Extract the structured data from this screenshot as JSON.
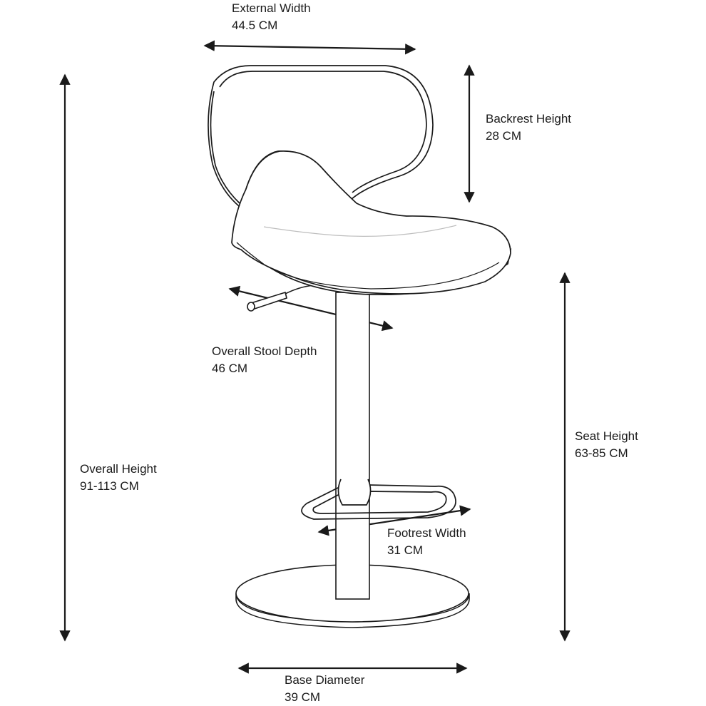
{
  "dimensions": {
    "external_width": {
      "label": "External Width",
      "value": "44.5 CM"
    },
    "backrest_height": {
      "label": "Backrest Height",
      "value": "28 CM"
    },
    "overall_stool_depth": {
      "label": "Overall Stool Depth",
      "value": "46 CM"
    },
    "overall_height": {
      "label": "Overall Height",
      "value": "91-113 CM"
    },
    "seat_height": {
      "label": "Seat Height",
      "value": "63-85 CM"
    },
    "footrest_width": {
      "label": "Footrest Width",
      "value": "31 CM"
    },
    "base_diameter": {
      "label": "Base Diameter",
      "value": "39 CM"
    }
  },
  "colors": {
    "line": "#1a1a1a",
    "background": "#ffffff"
  }
}
